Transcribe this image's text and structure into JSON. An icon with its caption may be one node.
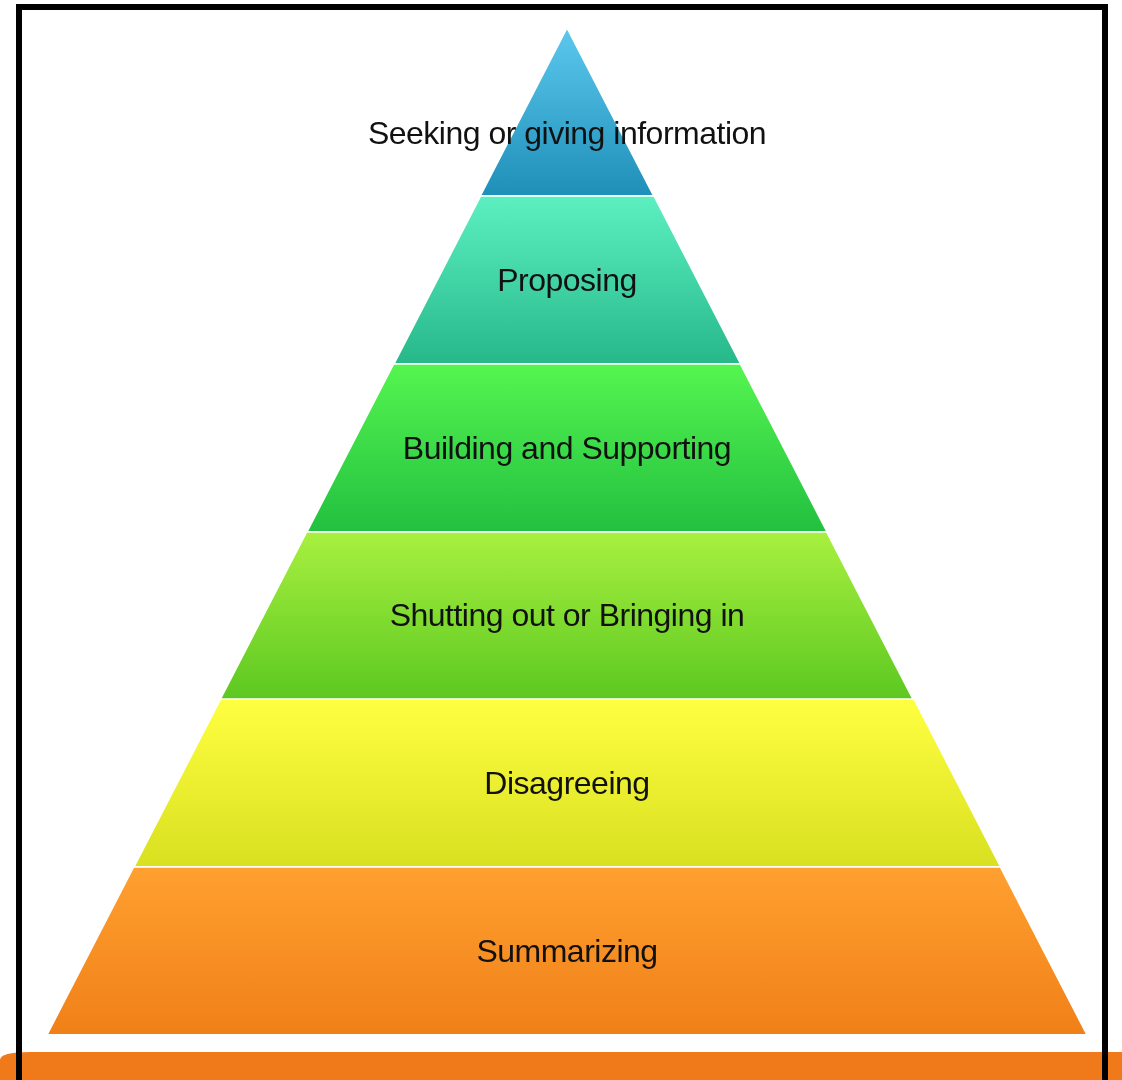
{
  "diagram": {
    "nodes": [
      {
        "text": [
          "Seeking or giving information"
        ]
      },
      {
        "text": [
          "Proposing"
        ]
      },
      {
        "text": [
          "Building and Supporting"
        ]
      },
      {
        "text": [
          "Shutting out or Bringing in"
        ]
      },
      {
        "text": [
          "Disagreeing"
        ]
      },
      {
        "text": [
          "Summarizing"
        ]
      }
    ]
  }
}
